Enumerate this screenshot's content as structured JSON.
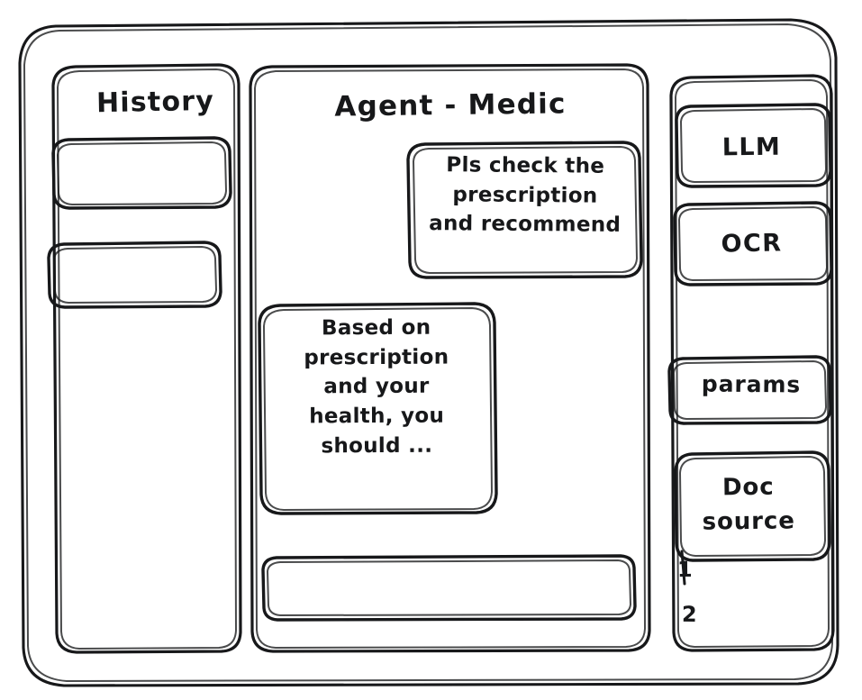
{
  "app": {
    "title": "Agent - Medic",
    "style": "hand-drawn wireframe sketch",
    "stroke_color": "#17181a",
    "background_color": "#ffffff"
  },
  "sidebar_left": {
    "heading": "History",
    "items": [
      {
        "label": "",
        "name": "history-item-1"
      },
      {
        "label": "",
        "name": "history-item-2"
      }
    ]
  },
  "main": {
    "title": "Agent - Medic",
    "messages": [
      {
        "role": "user",
        "text": "Pls check the\nprescription\nand recommend",
        "align": "right"
      },
      {
        "role": "agent",
        "text": "Based on\nprescription\nand your\nhealth, you\nshould ...",
        "align": "left"
      }
    ],
    "composer": {
      "value": "",
      "placeholder": ""
    }
  },
  "sidebar_right": {
    "tools": [
      {
        "label": "LLM",
        "name": "tool-llm"
      },
      {
        "label": "OCR",
        "name": "tool-ocr"
      }
    ],
    "params": {
      "label": "params"
    },
    "doc_source": {
      "label": "Doc\nsource",
      "items": [
        {
          "label": "1"
        },
        {
          "label": "2"
        }
      ]
    }
  }
}
